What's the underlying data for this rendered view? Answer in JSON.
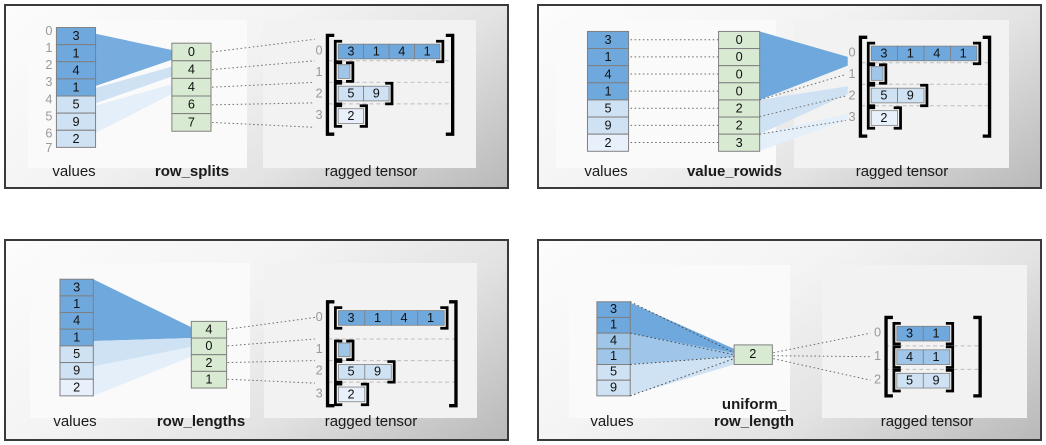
{
  "figure": {
    "title": "RaggedTensor row-partitioning encodings",
    "colors": {
      "blue_dark": "#6fa8dc",
      "blue_mid": "#9fc5e8",
      "blue_light": "#cfe2f3",
      "green": "#d9ead3",
      "cell_border": "#7f7f7f",
      "bracket": "#000000",
      "index_text": "#9a9a9a",
      "dashed_line": "#8c8c8c",
      "row_divider": "#bdbdbd",
      "panel_border": "#3a3a3a"
    }
  },
  "panels": [
    {
      "id": "row-splits",
      "values_label": "values",
      "encoding_label": "row_splits",
      "tensor_label": "ragged tensor",
      "show_value_indices": true,
      "values": [
        3,
        1,
        4,
        1,
        5,
        9,
        2
      ],
      "value_shades": [
        "dark",
        "dark",
        "dark",
        "dark",
        "light",
        "light",
        "light"
      ],
      "value_indices": [
        "0",
        "1",
        "2",
        "3",
        "4",
        "5",
        "6",
        "7"
      ],
      "encoding": [
        "0",
        "4",
        "4",
        "6",
        "7"
      ],
      "tensor_row_indices": [
        "0",
        "1",
        "2",
        "3"
      ],
      "tensor_rows": [
        [
          3,
          1,
          4,
          1
        ],
        [],
        [
          5,
          9
        ],
        [
          2
        ]
      ],
      "tensor_row_shades": [
        "dark",
        "light",
        "light",
        "light"
      ]
    },
    {
      "id": "value-rowids",
      "values_label": "values",
      "encoding_label": "value_rowids",
      "tensor_label": "ragged tensor",
      "show_value_indices": false,
      "values": [
        3,
        1,
        4,
        1,
        5,
        9,
        2
      ],
      "value_shades": [
        "dark",
        "dark",
        "dark",
        "dark",
        "light",
        "light",
        "light"
      ],
      "value_indices": [],
      "encoding": [
        "0",
        "0",
        "0",
        "0",
        "2",
        "2",
        "3"
      ],
      "tensor_row_indices": [
        "0",
        "1",
        "2",
        "3"
      ],
      "tensor_rows": [
        [
          3,
          1,
          4,
          1
        ],
        [],
        [
          5,
          9
        ],
        [
          2
        ]
      ],
      "tensor_row_shades": [
        "dark",
        "light",
        "light",
        "light"
      ]
    },
    {
      "id": "row-lengths",
      "values_label": "values",
      "encoding_label": "row_lengths",
      "tensor_label": "ragged tensor",
      "show_value_indices": false,
      "values": [
        3,
        1,
        4,
        1,
        5,
        9,
        2
      ],
      "value_shades": [
        "dark",
        "dark",
        "dark",
        "dark",
        "light",
        "light",
        "light"
      ],
      "value_indices": [],
      "encoding": [
        "4",
        "0",
        "2",
        "1"
      ],
      "tensor_row_indices": [
        "0",
        "1",
        "2",
        "3"
      ],
      "tensor_rows": [
        [
          3,
          1,
          4,
          1
        ],
        [],
        [
          5,
          9
        ],
        [
          2
        ]
      ],
      "tensor_row_shades": [
        "dark",
        "light",
        "light",
        "light"
      ]
    },
    {
      "id": "uniform-row-length",
      "values_label": "values",
      "encoding_label": "uniform_\nrow_length",
      "tensor_label": "ragged tensor",
      "show_value_indices": false,
      "values": [
        3,
        1,
        4,
        1,
        5,
        9
      ],
      "value_shades": [
        "dark",
        "dark",
        "mid",
        "mid",
        "light",
        "light"
      ],
      "value_indices": [],
      "encoding": [
        "2"
      ],
      "tensor_row_indices": [
        "0",
        "1",
        "2"
      ],
      "tensor_rows": [
        [
          3,
          1
        ],
        [
          4,
          1
        ],
        [
          5,
          9
        ]
      ],
      "tensor_row_shades": [
        "dark",
        "mid",
        "light"
      ]
    }
  ]
}
